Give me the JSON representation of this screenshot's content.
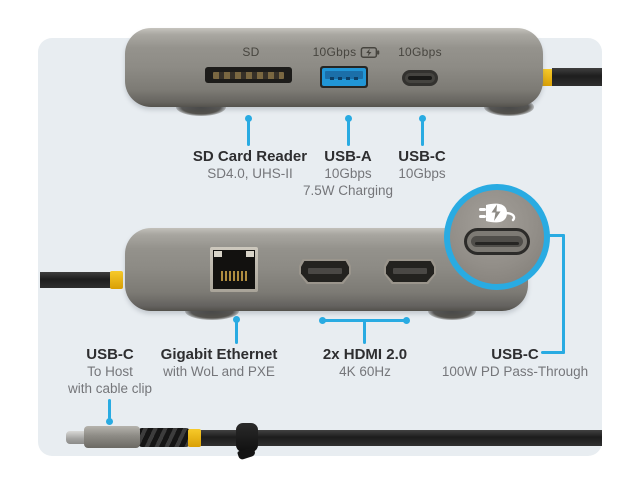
{
  "colors": {
    "accent_blue": "#29abe2",
    "panel_bg": "#e8edf1",
    "title_text": "#2e2e30",
    "secondary_text": "#75767a",
    "device_print": "#47453f",
    "usb_a_blue": "#2196d6",
    "cable_yellow": "#f2b705"
  },
  "top_device": {
    "printed_labels": {
      "sd_slot": "SD",
      "usb_a_port": "10Gbps",
      "usb_c_port": "10Gbps"
    },
    "icons": {
      "usb_a_charging": "battery-charging-icon"
    },
    "callouts": [
      {
        "title": "SD Card Reader",
        "lines": [
          "SD4.0, UHS-II"
        ]
      },
      {
        "title": "USB-A",
        "lines": [
          "10Gbps",
          "7.5W Charging"
        ]
      },
      {
        "title": "USB-C",
        "lines": [
          "10Gbps"
        ]
      }
    ]
  },
  "bottom_device": {
    "icons": {
      "magnifier_power": "power-plug-icon"
    },
    "callouts": [
      {
        "title": "USB-C",
        "lines": [
          "To Host",
          "with cable clip"
        ]
      },
      {
        "title": "Gigabit Ethernet",
        "lines": [
          "with WoL and PXE"
        ]
      },
      {
        "title": "2x HDMI 2.0",
        "lines": [
          "4K 60Hz"
        ]
      },
      {
        "title": "USB-C",
        "lines": [
          "100W PD Pass-Through"
        ]
      }
    ]
  }
}
